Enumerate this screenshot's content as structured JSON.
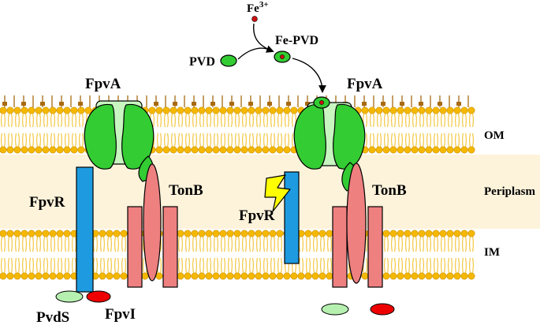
{
  "labels": {
    "fe": "Fe",
    "fe_charge": "3+",
    "fe_pvd": "Fe-PVD",
    "pvd": "PVD",
    "fpva_left": "FpvA",
    "fpva_right": "FpvA",
    "om": "OM",
    "periplasm": "Periplasm",
    "im": "IM",
    "fpvr_left": "FpvR",
    "fpvr_right": "FpvR",
    "tonb_left": "TonB",
    "tonb_right": "TonB",
    "pvds": "PvdS",
    "fpvi": "FpvI"
  },
  "colors": {
    "membrane_head": "#f5b800",
    "membrane_head_edge": "#c98f00",
    "membrane_tail": "#f2c230",
    "periplasm": "#fdf3db",
    "porin_light": "#c8f5c0",
    "porin_dark": "#33cc33",
    "fpvr": "#1e9be0",
    "tonb": "#ee8080",
    "pvd_green": "#33cc33",
    "fe_red": "#cc1111",
    "lps": "#a86a10",
    "pvds": "#b6f0b0",
    "fpvi": "#ee0000",
    "bolt": "#ffff00"
  }
}
